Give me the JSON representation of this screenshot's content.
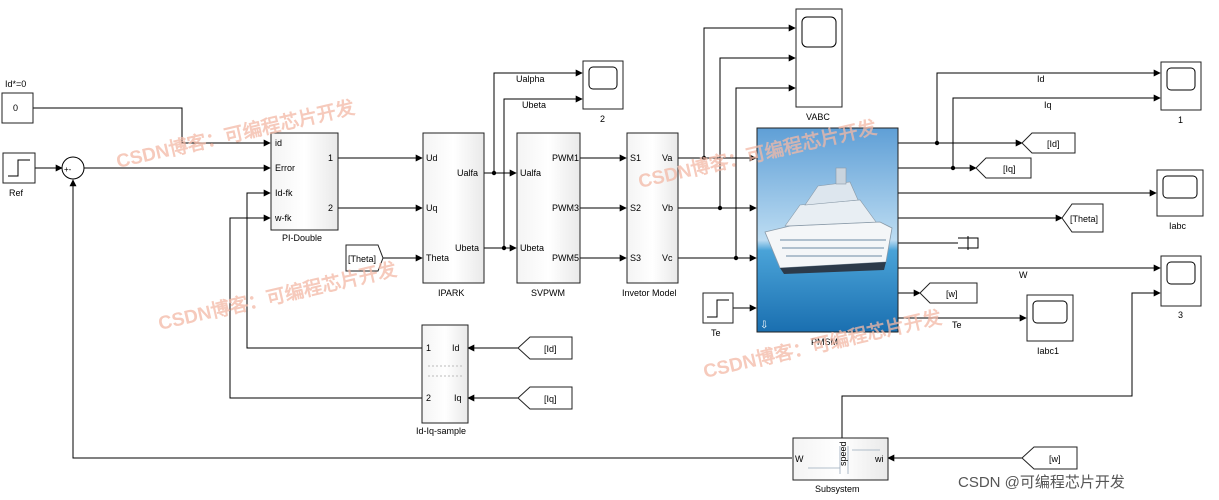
{
  "source_block": {
    "value": "0",
    "label": "Id*=0"
  },
  "ref_block": {
    "name": "Ref"
  },
  "sum_block": {
    "signs": "+-"
  },
  "pi_double": {
    "name": "PI-Double",
    "inputs": [
      "id",
      "Error",
      "Id-fk",
      "w-fk"
    ],
    "outputs": [
      "1",
      "2"
    ]
  },
  "ipark": {
    "name": "IPARK",
    "inputs": [
      "Ud",
      "Uq",
      "Theta"
    ],
    "outputs": [
      "Ualfa",
      "Ubeta"
    ]
  },
  "svpwm": {
    "name": "SVPWM",
    "inputs": [
      "Ualfa",
      "Ubeta"
    ],
    "outputs": [
      "PWM1",
      "PWM3",
      "PWM5"
    ]
  },
  "invertor": {
    "name": "Invetor Model",
    "inputs": [
      "S1",
      "S2",
      "S3"
    ],
    "outputs": [
      "Va",
      "Vb",
      "Vc"
    ]
  },
  "pmsm": {
    "name": "PMSM"
  },
  "te_block": {
    "name": "Te"
  },
  "vabc_scope": {
    "name": "VABC"
  },
  "scope2": {
    "name": "2"
  },
  "scope1": {
    "name": "1"
  },
  "iabc_scope": {
    "name": "Iabc"
  },
  "scope3": {
    "name": "3"
  },
  "iabc1_scope": {
    "name": "Iabc1"
  },
  "signals": {
    "ualpha": "Ualpha",
    "ubeta": "Ubeta",
    "id": "Id",
    "iq": "Iq",
    "w": "W",
    "te": "Te"
  },
  "tags": {
    "theta_from": "[Theta]",
    "id_goto": "[Id]",
    "iq_goto": "[Iq]",
    "theta_goto": "[Theta]",
    "w_goto": "[w]",
    "id_from": "[Id]",
    "iq_from": "[Iq]",
    "w_from": "[w]"
  },
  "sample": {
    "name": "Id-Iq-sample",
    "inputs": [
      "Id",
      "Iq"
    ],
    "outputs": [
      "1",
      "2"
    ]
  },
  "subsystem": {
    "name": "Subsystem",
    "in_port": "wi",
    "out_port": "W",
    "inner_label": "speed"
  },
  "watermark": "CSDN博客：可编程芯片开发",
  "footer": "CSDN @可编程芯片开发",
  "colors": {
    "watermark": "#f3b9a6",
    "subsystem_name": "#2f6fb5",
    "sky": "#9cc8e8",
    "sea": "#1f7fbf"
  }
}
